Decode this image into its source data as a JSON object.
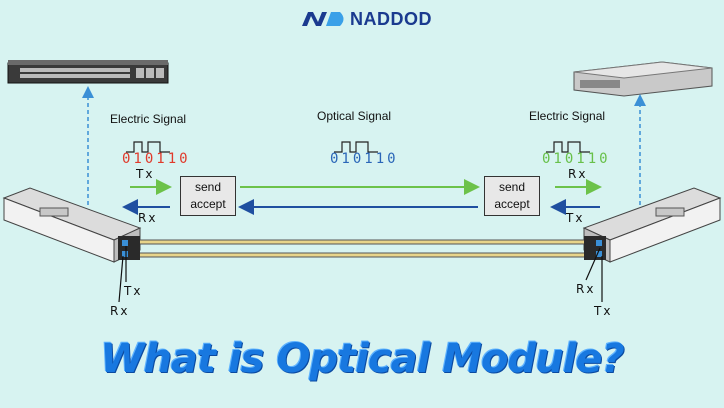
{
  "brand": {
    "name": "NADDOD"
  },
  "labels": {
    "electric_left": "Electric Signal",
    "optical": "Optical Signal",
    "electric_right": "Electric Signal"
  },
  "bits": {
    "left": "010110",
    "middle": "010110",
    "right": "010110"
  },
  "signal_dirs": {
    "left_top": "Tx",
    "left_bottom": "Rx",
    "right_top": "Rx",
    "right_bottom": "Tx"
  },
  "module_ports": {
    "left_tx": "Tx",
    "left_rx": "Rx",
    "right_rx": "Rx",
    "right_tx": "Tx"
  },
  "boxes": {
    "left": {
      "line1": "send",
      "line2": "accept"
    },
    "right": {
      "line1": "send",
      "line2": "accept"
    }
  },
  "title": "What is Optical Module?",
  "colors": {
    "background": "#d7f3f1",
    "green_arrow": "#6cc24a",
    "blue_arrow": "#1f4fa0",
    "bits_left": "#e03a2b",
    "bits_middle": "#2a66b8",
    "bits_right": "#68c04a",
    "title": "#1878e0",
    "fiber": "#e8d48a"
  }
}
